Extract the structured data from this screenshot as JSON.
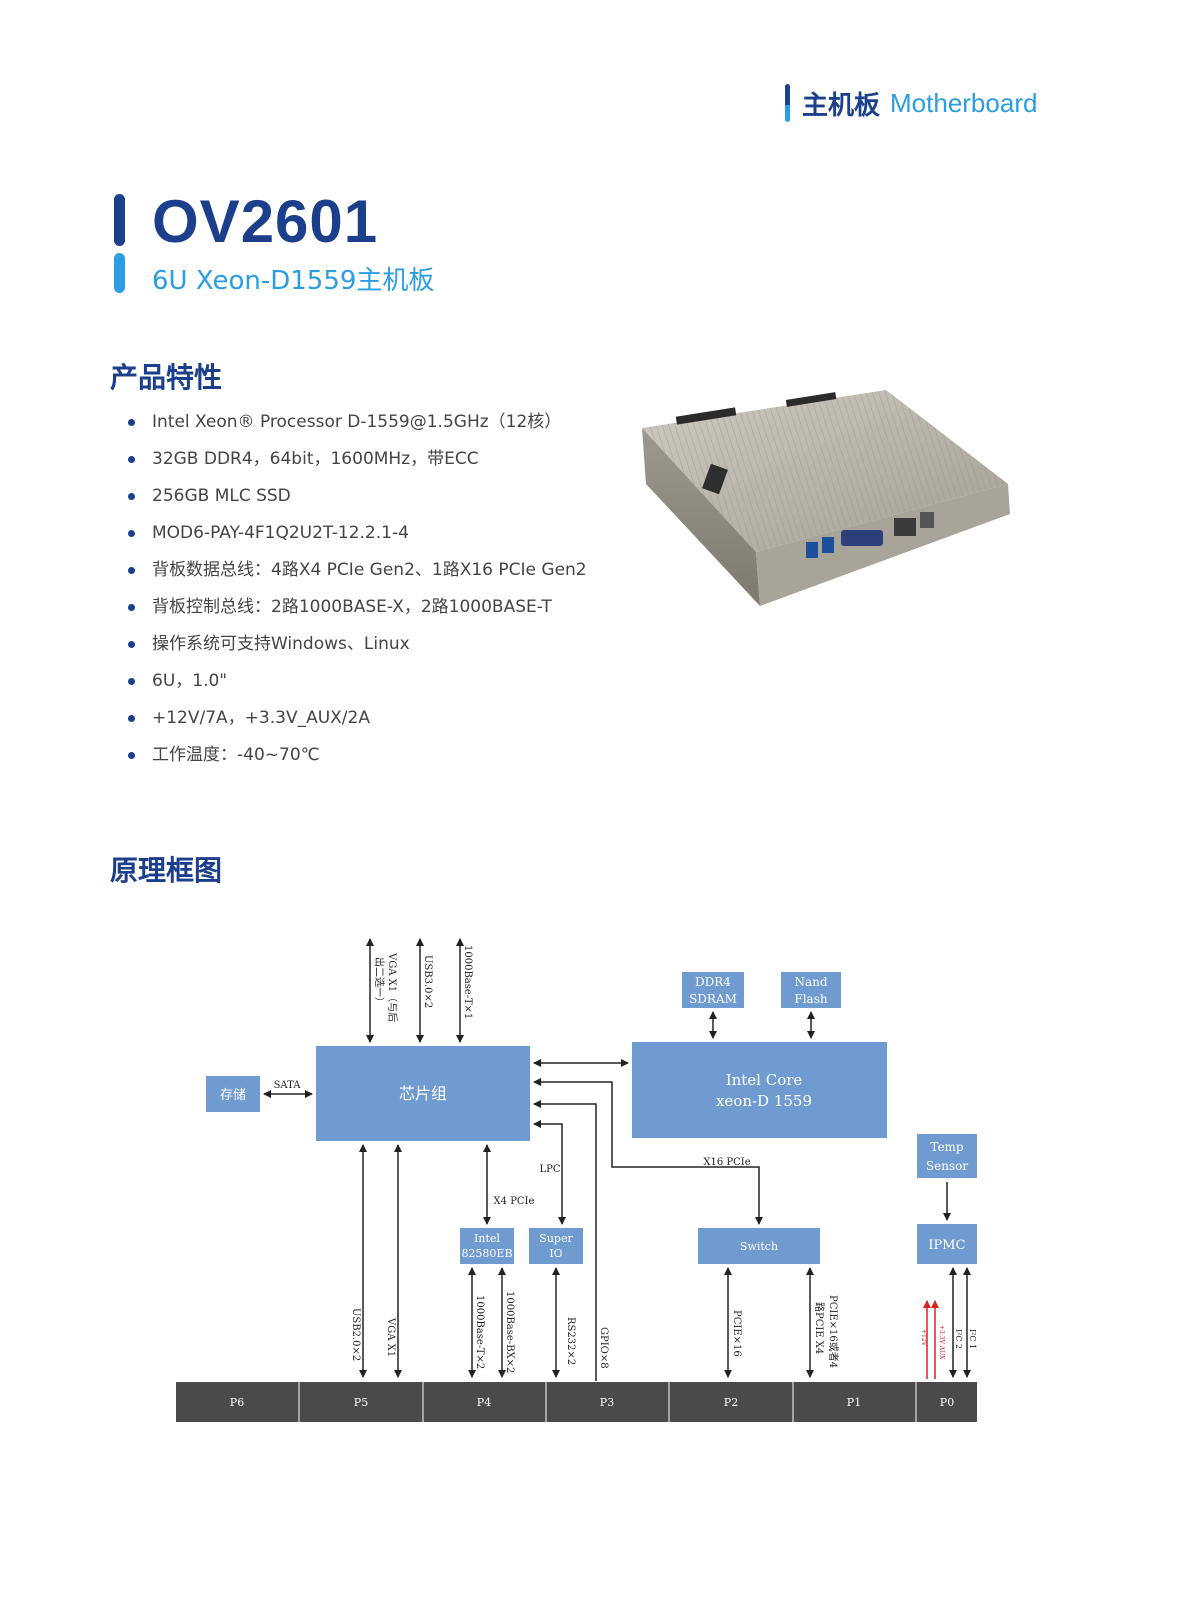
{
  "header": {
    "category_cn": "主机板",
    "category_en": "Motherboard"
  },
  "product": {
    "model": "OV2601",
    "subtitle": "6U Xeon-D1559主机板"
  },
  "features": {
    "heading": "产品特性",
    "items": [
      "Intel Xeon® Processor D-1559@1.5GHz（12核）",
      "32GB DDR4，64bit，1600MHz，带ECC",
      "256GB MLC SSD",
      "MOD6-PAY-4F1Q2U2T-12.2.1-4",
      "背板数据总线：4路X4 PCIe Gen2、1路X16 PCIe Gen2",
      "背板控制总线：2路1000BASE-X，2路1000BASE-T",
      "操作系统可支持Windows、Linux",
      "6U，1.0\"",
      "+12V/7A，+3.3V_AUX/2A",
      "工作温度：-40~70℃"
    ]
  },
  "diagram": {
    "heading": "原理框图",
    "blocks": {
      "chipset": "芯片组",
      "storage": "存储",
      "cpu_line1": "Intel Core",
      "cpu_line2": "xeon-D 1559",
      "ddr_line1": "DDR4",
      "ddr_line2": "SDRAM",
      "nand_line1": "Nand",
      "nand_line2": "Flash",
      "temp_line1": "Temp",
      "temp_line2": "Sensor",
      "ipmc": "IPMC",
      "switch": "Switch",
      "nic_line1": "Intel",
      "nic_line2": "82580EB",
      "sio_line1": "Super",
      "sio_line2": "IO"
    },
    "labels": {
      "sata": "SATA",
      "lpc": "LPC",
      "x4pcie": "X4 PCIe",
      "x16pcie": "X16 PCIe",
      "vga_top_1": "VGA X1（与后",
      "vga_top_2": "出二选一）",
      "usb30": "USB3.0×2",
      "gbe_front": "1000Base-T×1",
      "usb20": "USB2.0×2",
      "vga_rear": "VGA X1",
      "gbe_t": "1000Base-T×2",
      "gbe_bx": "1000Base-BX×2",
      "rs232": "RS232×2",
      "gpio": "GPIO×8",
      "pcie16": "PCIE×16",
      "pcie_opt_1": "PCIE×16或者4",
      "pcie_opt_2": "路PCIE X4",
      "p0_pwr": "+3.3V AUX",
      "p0_pwr2": "+12V",
      "i2c2": "I²C 2",
      "i2c1": "I²C 1"
    },
    "connectors": [
      "P6",
      "P5",
      "P4",
      "P3",
      "P2",
      "P1",
      "P0"
    ],
    "colors": {
      "block": "#6f9bd0",
      "bar": "#4a4a4a",
      "power": "#e02020"
    }
  }
}
